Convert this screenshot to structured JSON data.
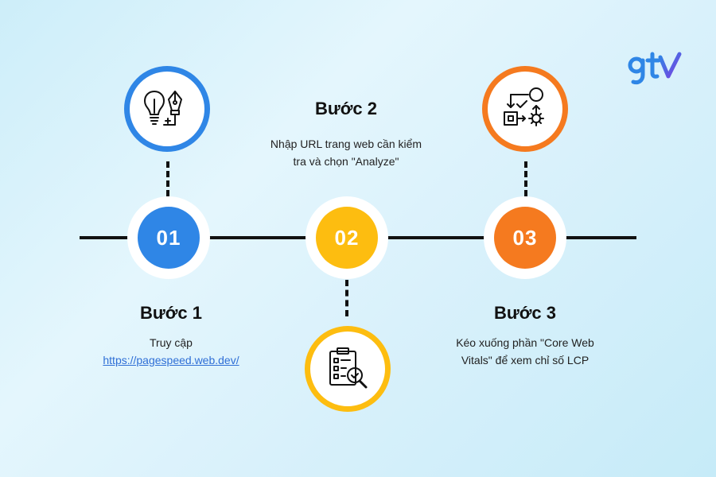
{
  "colors": {
    "blue": "#2f86e6",
    "yellow": "#fdbd10",
    "orange": "#f57a1f"
  },
  "logo": {
    "text": "gtv",
    "icon": "gtv-logo"
  },
  "steps": [
    {
      "number": "01",
      "title": "Bước 1",
      "desc_line1": "Truy cập",
      "link": "https://pagespeed.web.dev/",
      "icon": "lightbulb-pen-icon"
    },
    {
      "number": "02",
      "title": "Bước 2",
      "desc_line1": "Nhập URL trang web cần kiểm",
      "desc_line2": "tra và chọn \"Analyze\"",
      "icon": "checklist-search-icon"
    },
    {
      "number": "03",
      "title": "Bước 3",
      "desc_line1": "Kéo xuống phần \"Core Web",
      "desc_line2": "Vitals\" để xem chỉ số LCP",
      "icon": "process-flow-icon"
    }
  ]
}
